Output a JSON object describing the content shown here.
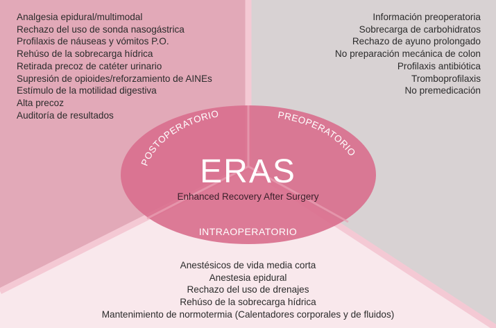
{
  "center": {
    "title": "ERAS",
    "subtitle": "Enhanced Recovery After Surgery"
  },
  "phases": {
    "postoperatorio": {
      "label": "POSTOPERATORIO",
      "items": [
        "Analgesia epidural/multimodal",
        "Rechazo del uso de sonda nasogástrica",
        "Profilaxis de náuseas y vómitos P.O.",
        "Rehúso de la sobrecarga hídrica",
        "Retirada precoz de catéter urinario",
        "Supresión de opioides/reforzamiento de AINEs",
        "Estímulo de la motilidad digestiva",
        "Alta precoz",
        "Auditoría de resultados"
      ]
    },
    "preoperatorio": {
      "label": "PREOPERATORIO",
      "items": [
        "Información preoperatoria",
        "Sobrecarga de carbohidratos",
        "Rechazo de ayuno prolongado",
        "No preparación mecánica de colon",
        "Profilaxis antibiótica",
        "Tromboprofilaxis",
        "No premedicación"
      ]
    },
    "intraoperatorio": {
      "label": "INTRAOPERATORIO",
      "items": [
        "Anestésicos de vida media corta",
        "Anestesia epidural",
        "Rechazo del uso de drenajes",
        "Rehúso de la sobrecarga hídrica",
        "Mantenimiento de normotermia (Calentadores corporales y de fluidos)"
      ]
    }
  },
  "colors": {
    "post_bg": "#e2a9b8",
    "pre_bg": "#d8d2d3",
    "intra_bg": "#f9e8ec",
    "ellipse": "#d9708e",
    "divider": "#f4c9d4"
  }
}
